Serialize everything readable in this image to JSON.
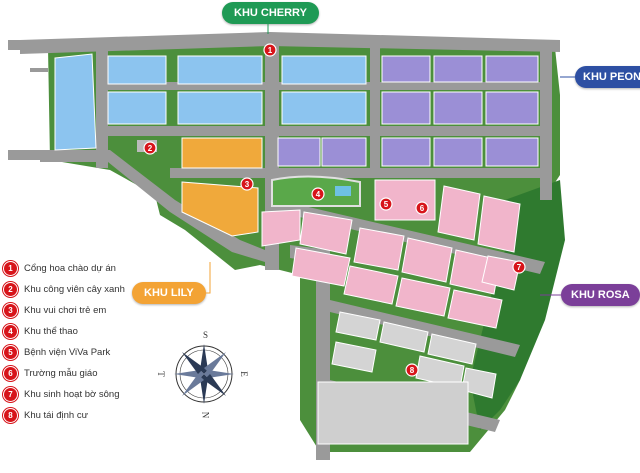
{
  "zones": {
    "cherry": {
      "label": "KHU CHERRY",
      "color": "#1f9a55"
    },
    "peony": {
      "label": "KHU PEONY",
      "color": "#2d4fa3"
    },
    "lily": {
      "label": "KHU LILY",
      "color": "#f3a335"
    },
    "rosa": {
      "label": "KHU ROSA",
      "color": "#7b3f99"
    }
  },
  "legend": [
    {
      "num": "1",
      "label": "Cổng hoa chào dự án"
    },
    {
      "num": "2",
      "label": "Khu công viên cây xanh"
    },
    {
      "num": "3",
      "label": "Khu vui chơi trẻ em"
    },
    {
      "num": "4",
      "label": "Khu thể thao"
    },
    {
      "num": "5",
      "label": "Bệnh viện ViVa Park"
    },
    {
      "num": "6",
      "label": "Trường mẫu giáo"
    },
    {
      "num": "7",
      "label": "Khu sinh hoạt bờ sông"
    },
    {
      "num": "8",
      "label": "Khu tái định cư"
    }
  ],
  "compass": {
    "n": "N",
    "s": "S",
    "e": "E",
    "w": "T"
  },
  "colors": {
    "cherry_blocks": "#8cc4ef",
    "peony_blocks": "#9b8fd6",
    "lily_blocks": "#f0a93b",
    "rosa_blocks": "#f1b5cb",
    "resettle_blocks": "#d4d4d4",
    "road": "#9a9a9a",
    "green": "#3f8a35",
    "marker": "#d7141a"
  }
}
